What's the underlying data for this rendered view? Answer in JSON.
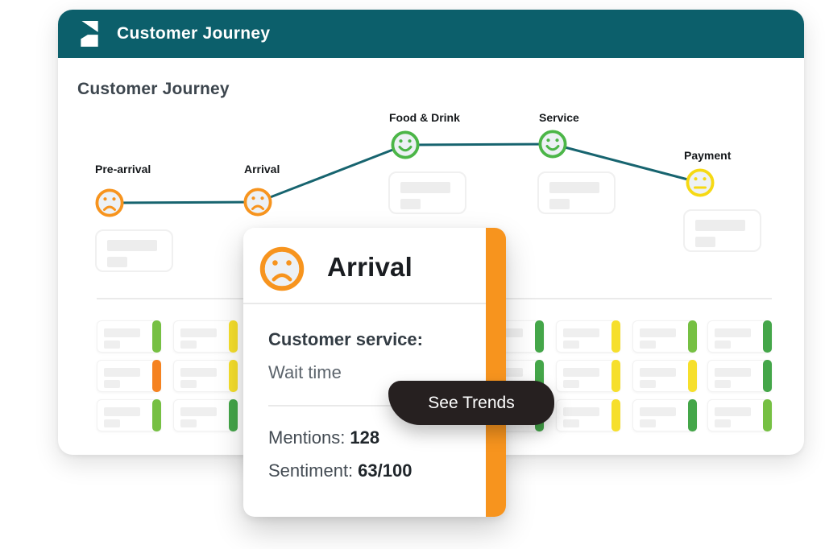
{
  "colors": {
    "header_background": "#0C5F6B",
    "journey_line": "#17646F",
    "negative": "#F7941E",
    "positive": "#4CB648",
    "neutral": "#F6D914",
    "face_fill": "#EDF1F5"
  },
  "header": {
    "title": "Customer Journey",
    "logo": "reputation-logo"
  },
  "main": {
    "heading": "Customer Journey"
  },
  "journey": {
    "stages": [
      {
        "label": "Pre-arrival",
        "mood": "sad",
        "mood_color": "#F7941E"
      },
      {
        "label": "Arrival",
        "mood": "sad",
        "mood_color": "#F7941E"
      },
      {
        "label": "Food & Drink",
        "mood": "happy",
        "mood_color": "#4CB648"
      },
      {
        "label": "Service",
        "mood": "happy",
        "mood_color": "#4CB648"
      },
      {
        "label": "Payment",
        "mood": "neutral",
        "mood_color": "#F6D914"
      }
    ]
  },
  "popup": {
    "title": "Arrival",
    "mood": "sad",
    "mood_color": "#F7941E",
    "accent_color": "#F7941E",
    "category_label": "Customer service:",
    "topic": "Wait time",
    "mentions_label": "Mentions:",
    "mentions_value": "128",
    "sentiment_label": "Sentiment:",
    "sentiment_value": "63/100"
  },
  "see_trends": {
    "label": "See Trends",
    "bg_color": "#262020"
  },
  "feedback_grid": {
    "color_map": {
      "light-green": "#76C043",
      "dark-green": "#44A649",
      "yellow": "#F6DF2C",
      "orange": "#F58220"
    },
    "columns": [
      {
        "col": 1,
        "rows": [
          "light-green",
          "orange",
          "light-green"
        ]
      },
      {
        "col": 2,
        "rows": [
          "yellow",
          "yellow",
          "dark-green"
        ]
      },
      {
        "col": 6,
        "rows": [
          "dark-green",
          "dark-green",
          "dark-green"
        ]
      },
      {
        "col": 7,
        "rows": [
          "yellow",
          "yellow",
          "yellow"
        ]
      },
      {
        "col": 8,
        "rows": [
          "light-green",
          "yellow",
          "dark-green"
        ]
      },
      {
        "col": 9,
        "rows": [
          "dark-green",
          "dark-green",
          "light-green"
        ]
      }
    ]
  }
}
